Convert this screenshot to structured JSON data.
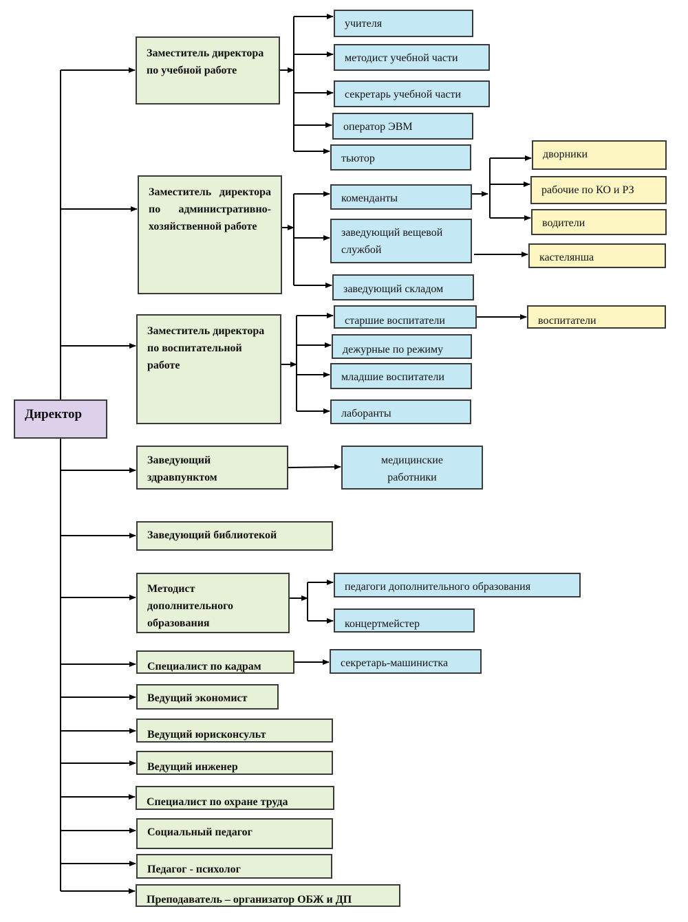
{
  "diagram": {
    "director": "Директор",
    "deputies": {
      "academic": "Заместитель директора по учебной работе",
      "admin": "Заместитель директора по административно-хозяйственной работе",
      "upbringing": "Заместитель директора по воспитательной работе"
    },
    "heads": {
      "medical": "Заведующий здравпунктом",
      "library": "Заведующий библиотекой",
      "methodist": "Методист дополнительного образования",
      "hr": "Специалист по кадрам",
      "economist": "Ведущий экономист",
      "lawyer": "Ведущий юрисконсульт",
      "engineer": "Ведущий инженер",
      "labor_safety": "Специалист по охране труда",
      "social_teacher": "Социальный педагог",
      "psychologist": "Педагог - психолог",
      "obzh_teacher": "Преподаватель – организатор ОБЖ и ДП"
    },
    "academic_staff": [
      "учителя",
      "методист учебной части",
      "секретарь учебной части",
      "оператор ЭВМ",
      "тьютор"
    ],
    "admin_staff": {
      "commandants": "коменданты",
      "wardrobe_head": "заведующий вещевой службой",
      "warehouse_head": "заведующий складом"
    },
    "commandant_staff": [
      "дворники",
      "рабочие по КО и РЗ",
      "водители"
    ],
    "wardrobe_staff": "кастелянша",
    "upbringing_staff": [
      "старшие воспитатели",
      "дежурные по режиму",
      "младшие воспитатели",
      "лаборанты"
    ],
    "senior_educator_staff": "воспитатели",
    "medical_staff": "медицинские работники",
    "methodist_staff": [
      "педагоги дополнительного образования",
      "концертмейстер"
    ],
    "hr_staff": "секретарь-машинистка"
  }
}
